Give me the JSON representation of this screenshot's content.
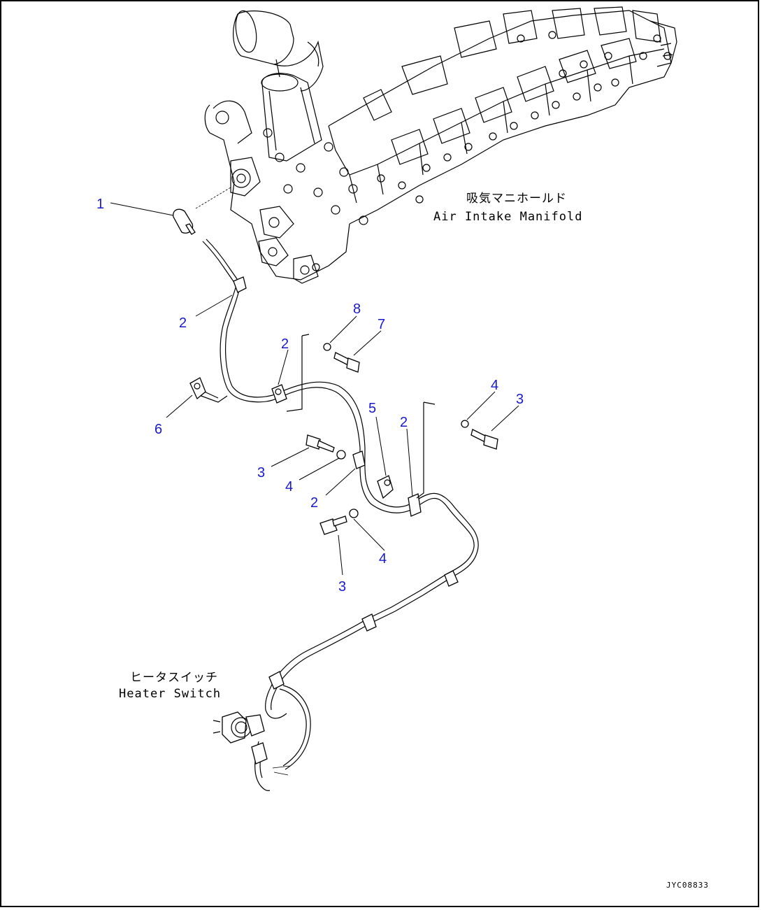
{
  "labels": {
    "manifold_jp": "吸気マニホールド",
    "manifold_en": "Air Intake Manifold",
    "switch_jp": "ヒータスイッチ",
    "switch_en": "Heater Switch",
    "drawing_code": "JYC08833"
  },
  "callouts": [
    {
      "id": "c1",
      "text": "1"
    },
    {
      "id": "c2a",
      "text": "2"
    },
    {
      "id": "c2b",
      "text": "2"
    },
    {
      "id": "c2c",
      "text": "2"
    },
    {
      "id": "c2d",
      "text": "2"
    },
    {
      "id": "c3a",
      "text": "3"
    },
    {
      "id": "c3b",
      "text": "3"
    },
    {
      "id": "c3c",
      "text": "3"
    },
    {
      "id": "c4a",
      "text": "4"
    },
    {
      "id": "c4b",
      "text": "4"
    },
    {
      "id": "c4c",
      "text": "4"
    },
    {
      "id": "c5",
      "text": "5"
    },
    {
      "id": "c6",
      "text": "6"
    },
    {
      "id": "c7",
      "text": "7"
    },
    {
      "id": "c8",
      "text": "8"
    }
  ],
  "colors": {
    "callout": "#1a1acc",
    "line": "#000000",
    "background": "#ffffff"
  }
}
